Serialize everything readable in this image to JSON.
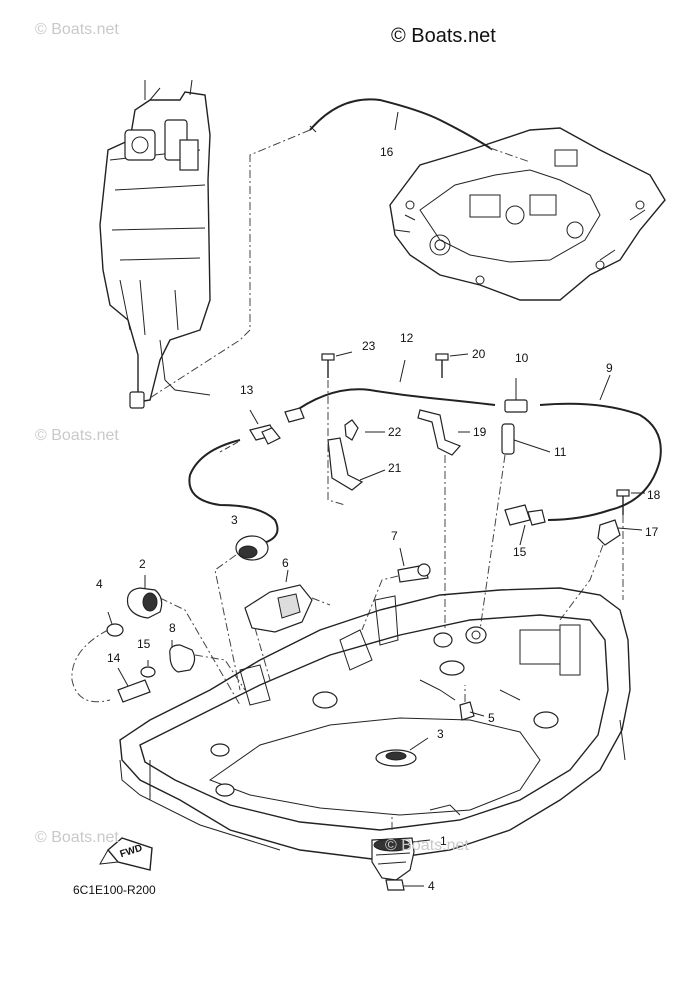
{
  "copyright": "© Boats.net",
  "watermarks": [
    "© Boats.net",
    "© Boats.net",
    "© Boats.net",
    "© Boats.net"
  ],
  "diagram_code": "6C1E100-R200",
  "fwd_label": "FWD",
  "callouts": [
    {
      "id": "16",
      "text": "16"
    },
    {
      "id": "23",
      "text": "23"
    },
    {
      "id": "12",
      "text": "12"
    },
    {
      "id": "20",
      "text": "20"
    },
    {
      "id": "10",
      "text": "10"
    },
    {
      "id": "9",
      "text": "9"
    },
    {
      "id": "13",
      "text": "13"
    },
    {
      "id": "22",
      "text": "22"
    },
    {
      "id": "19",
      "text": "19"
    },
    {
      "id": "11",
      "text": "11"
    },
    {
      "id": "21",
      "text": "21"
    },
    {
      "id": "18",
      "text": "18"
    },
    {
      "id": "17",
      "text": "17"
    },
    {
      "id": "15a",
      "text": "15"
    },
    {
      "id": "3a",
      "text": "3"
    },
    {
      "id": "7",
      "text": "7"
    },
    {
      "id": "2",
      "text": "2"
    },
    {
      "id": "6",
      "text": "6"
    },
    {
      "id": "4a",
      "text": "4"
    },
    {
      "id": "8",
      "text": "8"
    },
    {
      "id": "15b",
      "text": "15"
    },
    {
      "id": "14",
      "text": "14"
    },
    {
      "id": "5",
      "text": "5"
    },
    {
      "id": "3b",
      "text": "3"
    },
    {
      "id": "1",
      "text": "1"
    },
    {
      "id": "4b",
      "text": "4"
    }
  ]
}
